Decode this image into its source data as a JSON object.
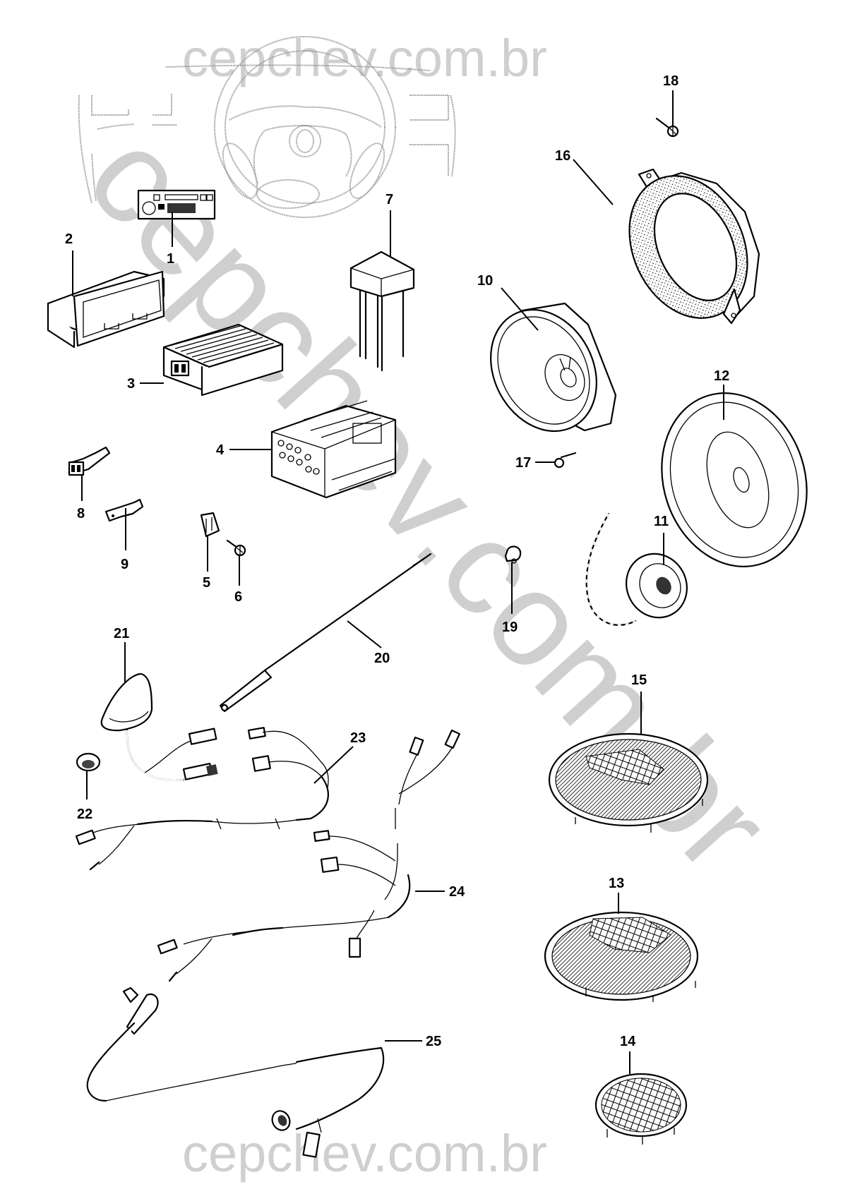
{
  "diagram": {
    "type": "exploded-parts",
    "subject": "Radio / audio system components",
    "watermark": {
      "top": "cepchev.com.br",
      "bottom": "cepchev.com.br",
      "diagonal": "cepchev.com.br"
    },
    "colors": {
      "line": "#000000",
      "watermark": "#cfcfcf",
      "ghost_context": "#9a9a9a",
      "background": "#ffffff"
    },
    "parts": [
      {
        "number": "1",
        "depicts": "radio head unit (installed in dashboard)"
      },
      {
        "number": "2",
        "depicts": "radio mounting bracket / housing"
      },
      {
        "number": "3",
        "depicts": "amplifier with heat-sink fins"
      },
      {
        "number": "4",
        "depicts": "radio chassis cage"
      },
      {
        "number": "5",
        "depicts": "clip"
      },
      {
        "number": "6",
        "depicts": "screw"
      },
      {
        "number": "7",
        "depicts": "relay / module with pins"
      },
      {
        "number": "8",
        "depicts": "female terminal connector"
      },
      {
        "number": "9",
        "depicts": "male terminal connector"
      },
      {
        "number": "10",
        "depicts": "door speaker (coaxial)"
      },
      {
        "number": "11",
        "depicts": "tweeter with cable"
      },
      {
        "number": "12",
        "depicts": "rear speaker"
      },
      {
        "number": "13",
        "depicts": "speaker grille"
      },
      {
        "number": "14",
        "depicts": "tweeter grille"
      },
      {
        "number": "15",
        "depicts": "speaker grille (large)"
      },
      {
        "number": "16",
        "depicts": "speaker adapter ring"
      },
      {
        "number": "17",
        "depicts": "screw"
      },
      {
        "number": "18",
        "depicts": "screw"
      },
      {
        "number": "19",
        "depicts": "cable clip"
      },
      {
        "number": "20",
        "depicts": "antenna mast"
      },
      {
        "number": "21",
        "depicts": "antenna base with cable"
      },
      {
        "number": "22",
        "depicts": "antenna grommet / nut"
      },
      {
        "number": "23",
        "depicts": "antenna cable harness"
      },
      {
        "number": "24",
        "depicts": "antenna cable harness"
      },
      {
        "number": "25",
        "depicts": "speaker wiring harness"
      }
    ]
  }
}
